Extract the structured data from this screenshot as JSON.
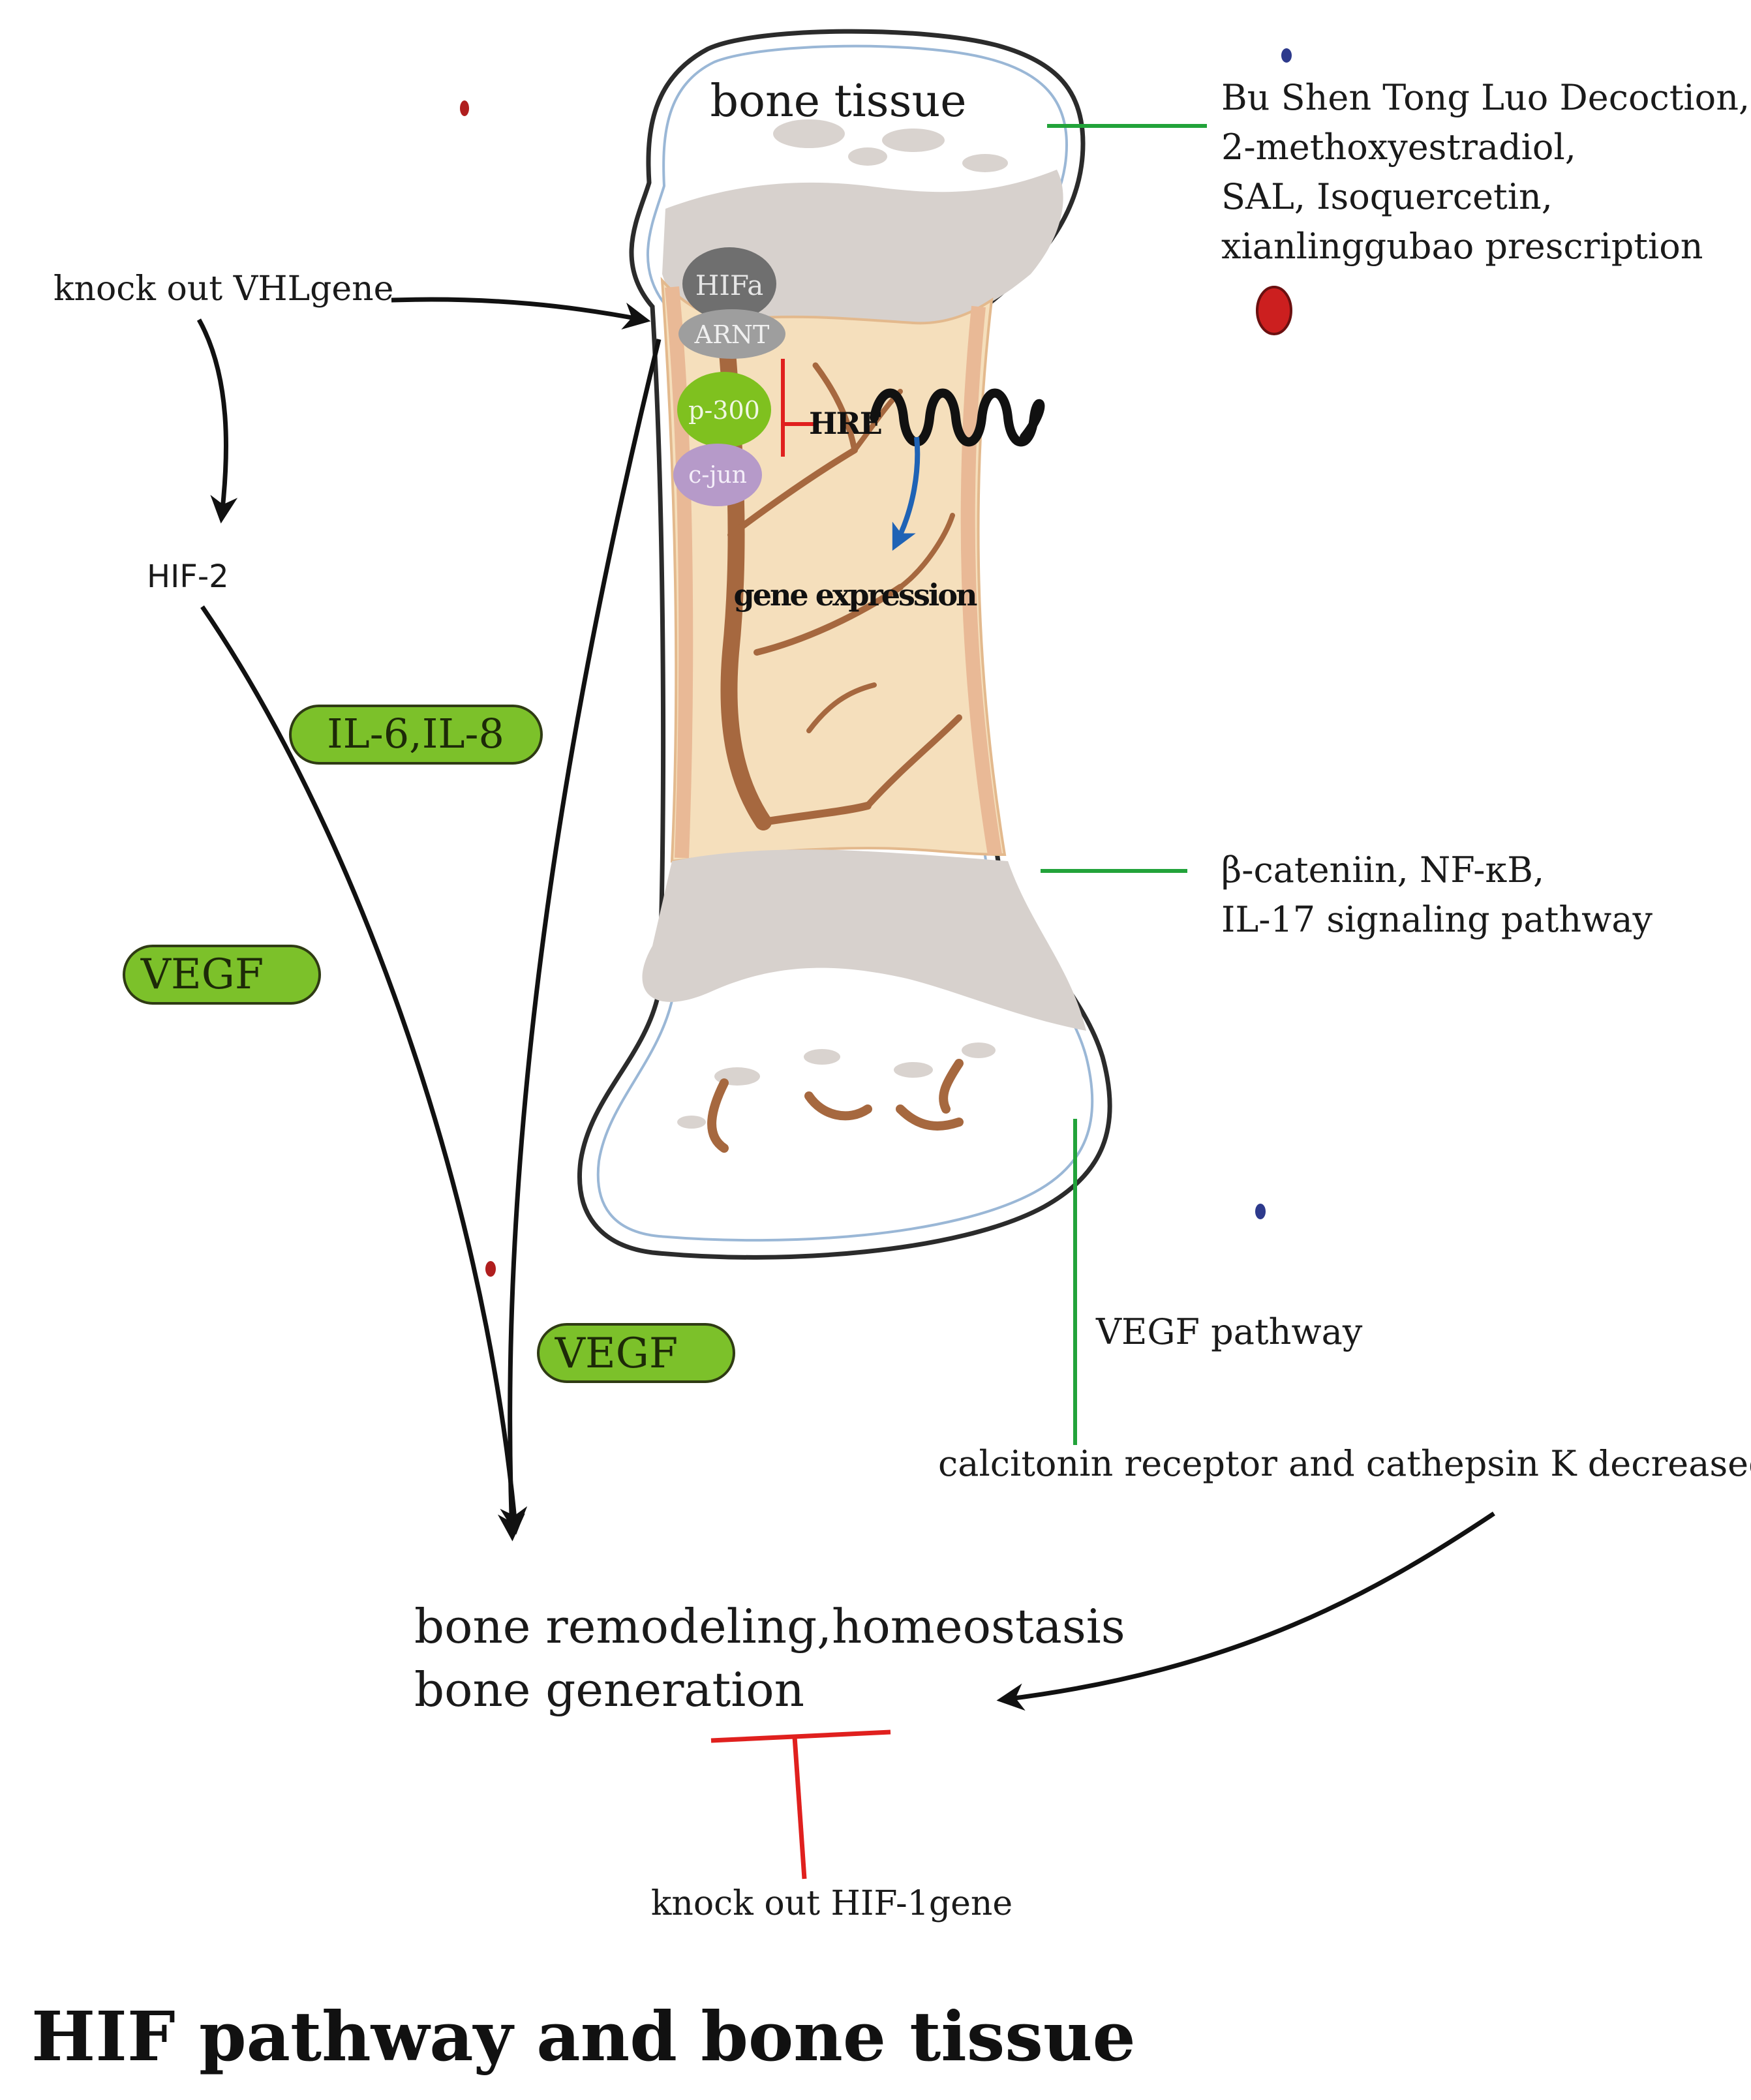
{
  "title": "HIF pathway and bone tissue",
  "bone": {
    "label": "bone tissue",
    "gene_expression": "gene expression",
    "hre": "HRE"
  },
  "complex": {
    "hifa": "HIFa",
    "arnt": "ARNT",
    "p300": "p-300",
    "cjun": "c-jun"
  },
  "left": {
    "knock_out_vhl": "knock out VHLgene",
    "hif2": "HIF-2",
    "il6_il8": "IL-6,IL-8",
    "vegf_left": "VEGF",
    "vegf_lower": "VEGF"
  },
  "right": {
    "treatments": [
      "Bu Shen Tong Luo Decoction,",
      "2-methoxyestradiol,",
      "SAL, Isoquercetin,",
      "xianlinggubao prescription"
    ],
    "signaling": [
      "β-cateniin, NF-κB,",
      "IL-17 signaling pathway"
    ],
    "vegf_pathway": "VEGF pathway",
    "calcitonin": "calcitonin receptor and cathepsin K decreased"
  },
  "outcome": {
    "line1": "bone remodeling,homeostasis",
    "line2": "bone generation"
  },
  "knock_out_hif1": "knock out HIF-1gene",
  "colors": {
    "green_badge": "#7cc12a",
    "green_line": "#22a33a",
    "red_inhibit": "#e0201e",
    "blue_arrow": "#1f63b5",
    "bone_fill": "#f5dfbc",
    "bone_vessel": "#a6683f",
    "cartilage": "#d7d1cd"
  }
}
